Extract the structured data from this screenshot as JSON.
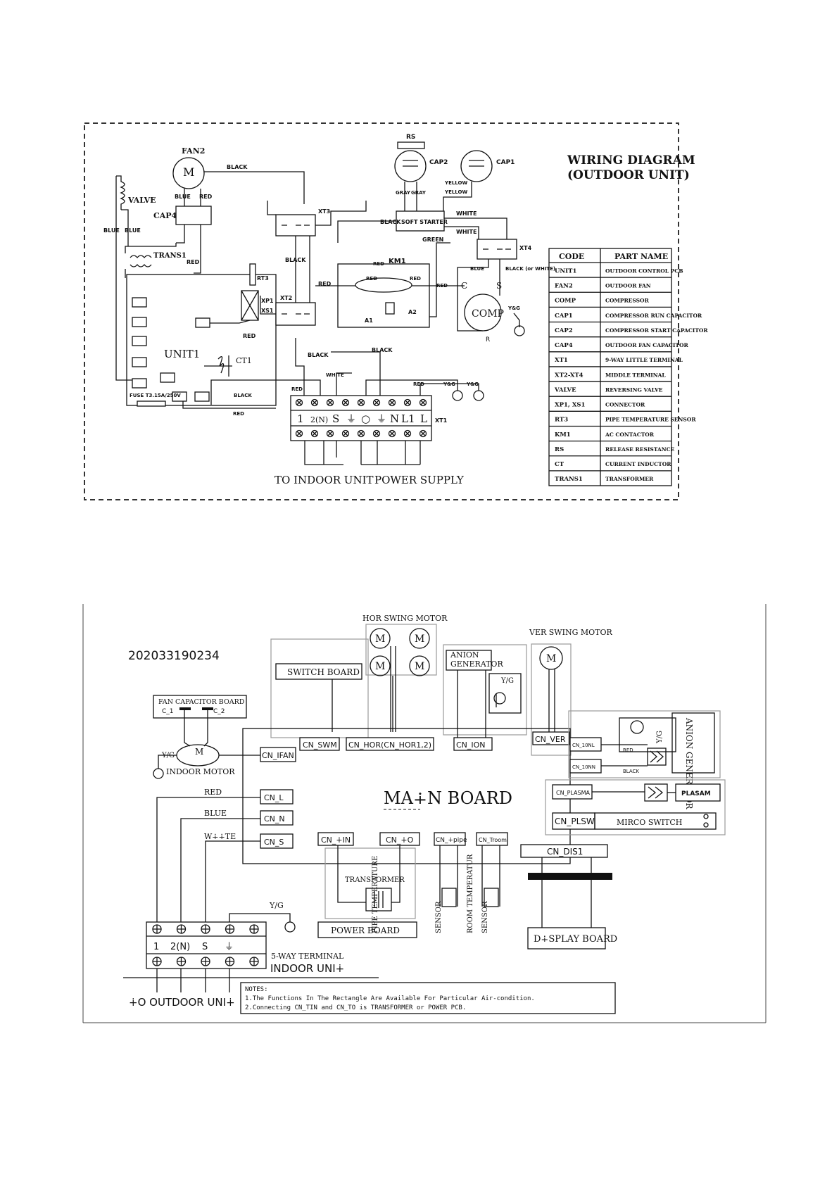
{
  "outdoor": {
    "title1": "WIRING DIAGRAM",
    "title2": "(OUTDOOR UNIT)",
    "labels": {
      "fan2": "FAN2",
      "valve": "VALVE",
      "cap4": "CAP4",
      "trans1": "TRANS1",
      "rs": "RS",
      "cap2": "CAP2",
      "cap1": "CAP1",
      "soft_starter": "SOFT STARTER",
      "xt3": "XT3",
      "xt4": "XT4",
      "xt2": "XT2",
      "km1": "KM1",
      "rt3": "RT3",
      "xp1": "XP1",
      "xs1": "XS1",
      "unit1": "UNIT1",
      "ct1": "CT1",
      "comp": "COMP",
      "c": "C",
      "s": "S",
      "r": "R",
      "a1": "A1",
      "a2": "A2",
      "fuse": "FUSE T3.15A/250V",
      "xt1": "XT1"
    },
    "wire_colors": {
      "black": "BLACK",
      "blue": "BLUE",
      "red": "RED",
      "white": "WHITE",
      "gray": "GRAY",
      "yellow": "YELLOW",
      "green": "GREEN",
      "yg": "Y&G",
      "black_or_white": "BLACK (or WHITE)"
    },
    "terminal": [
      "1",
      "2(N)",
      "S",
      "⏚",
      "○",
      "⏚",
      "N",
      "L1",
      "L"
    ],
    "to_indoor": "TO INDOOR UNIT",
    "power_supply": "POWER SUPPLY",
    "table": {
      "header": [
        "CODE",
        "PART NAME"
      ],
      "rows": [
        [
          "UNIT1",
          "OUTDOOR CONTROL PCB"
        ],
        [
          "FAN2",
          "OUTDOOR FAN"
        ],
        [
          "COMP",
          "COMPRESSOR"
        ],
        [
          "CAP1",
          "COMPRESSOR RUN CAPACITOR"
        ],
        [
          "CAP2",
          "COMPRESSOR START CAPACITOR"
        ],
        [
          "CAP4",
          "OUTDOOR FAN CAPACITOR"
        ],
        [
          "XT1",
          "9-WAY LITTLE TERMINAL"
        ],
        [
          "XT2-XT4",
          "MIDDLE TERMINAL"
        ],
        [
          "VALVE",
          "REVERSING VALVE"
        ],
        [
          "XP1, XS1",
          "CONNECTOR"
        ],
        [
          "RT3",
          "PIPE TEMPERATURE SENSOR"
        ],
        [
          "KM1",
          "AC CONTACTOR"
        ],
        [
          "RS",
          "RELEASE RESISTANCE"
        ],
        [
          "CT",
          "CURRENT INDUCTOR"
        ],
        [
          "TRANS1",
          "TRANSFORMER"
        ]
      ]
    }
  },
  "indoor": {
    "code": "202033190234",
    "hor_swing_motor": "HOR SWING MOTOR",
    "ver_swing_motor": "VER SWING MOTOR",
    "switch_board": "SWITCH BOARD",
    "anion_generator_1": "ANION",
    "anion_generator_2": "GENERATOR",
    "anion_generator_v": "ANION GENERATOR",
    "fan_capacitor_board": "FAN CAPACITOR BOARD",
    "c1": "C_1",
    "c2": "C_2",
    "yg": "Y/G",
    "indoor_motor": "INDOOR MOTOR",
    "motor_m": "M",
    "main_board": "MA∔N  BOARD",
    "connectors": {
      "cn_ifan": "CN_IFAN",
      "cn_swm": "CN_SWM",
      "cn_hor": "CN_HOR(CN_HOR1,2)",
      "cn_ion": "CN_ION",
      "cn_ver": "CN_VER",
      "cn_10nl": "CN_10NL",
      "cn_10nn": "CN_10NN",
      "cn_plasma": "CN_PLASMA",
      "cn_plsw": "CN_PLSW",
      "cn_l": "CN_L",
      "cn_n": "CN_N",
      "cn_s": "CN_S",
      "cn_tin": "CN_∔IN",
      "cn_to": "CN_∔O",
      "cn_tpipe": "CN_∔pipe",
      "cn_troom": "CN_Troom",
      "cn_dis1": "CN_DIS1"
    },
    "red": "RED",
    "black": "BLACK",
    "blue": "BLUE",
    "white": "W∔∔TE",
    "plasam": "PLASAM",
    "mirco_switch": "MIRCO SWITCH",
    "transformer": "TRANSFORMER",
    "power_board": "POWER BOARD",
    "pipe_sensor_1": "PIPE TEMPERATURE",
    "pipe_sensor_2": "SENSOR",
    "room_sensor_1": "ROOM TEMPERATUR",
    "room_sensor_2": "SENSOR",
    "display_board": "D∔SPLAY BOARD",
    "terminal_labels": [
      "1",
      "2(N)",
      "S",
      "⏚",
      ""
    ],
    "five_way": "5-WAY TERMINAL",
    "indoor_unit": "INDOOR UNI∔",
    "to_outdoor": "∔O OUTDOOR UNI∔",
    "notes_title": "NOTES:",
    "note1": "1.The Functions In The Rectangle Are Available For Particular Air-condition.",
    "note2": "2.Connecting CN_TIN and CN_TO is  TRANSFORMER or POWER PCB."
  }
}
